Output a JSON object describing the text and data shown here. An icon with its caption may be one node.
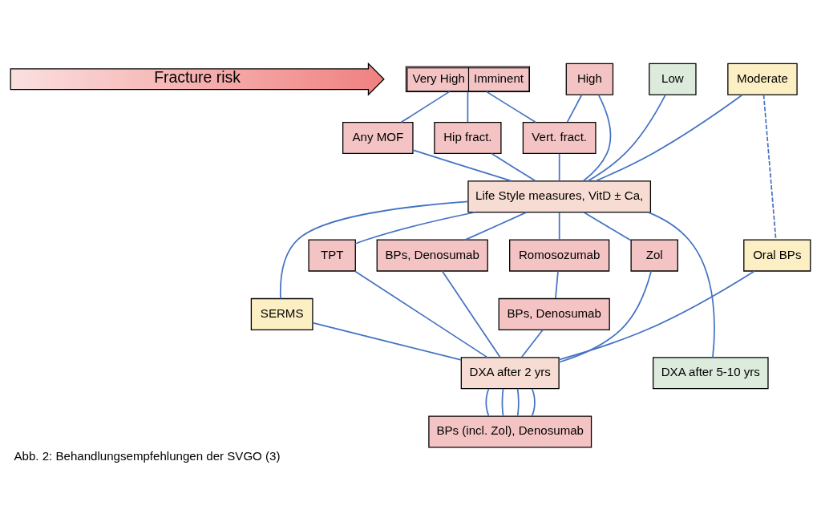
{
  "diagram": {
    "caption": "Abb. 2: Behandlungsempfehlungen der SVGO (3)",
    "nodes": [
      {
        "text": [
          "Fracture risk"
        ]
      },
      {
        "text": [
          "Low"
        ]
      },
      {
        "text": [
          "Moderate"
        ]
      },
      {
        "text": [
          "High"
        ]
      },
      {
        "text": [
          "Very High",
          "Imminent"
        ]
      },
      {
        "text": [
          "Vert. fract."
        ]
      },
      {
        "text": [
          "Hip fract."
        ]
      },
      {
        "text": [
          "Any MOF"
        ]
      },
      {
        "text": [
          "Life Style measures, VitD ± Ca,"
        ]
      },
      {
        "text": [
          "SERMS"
        ]
      },
      {
        "text": [
          "Oral BPs"
        ]
      },
      {
        "text": [
          "BPs, Denosumab"
        ]
      },
      {
        "text": [
          "TPT"
        ]
      },
      {
        "text": [
          "Zol"
        ]
      },
      {
        "text": [
          "Romosozumab"
        ]
      },
      {
        "text": [
          "BPs, Denosumab"
        ]
      },
      {
        "text": [
          "DXA after 5-10 yrs"
        ]
      },
      {
        "text": [
          "DXA after 2 yrs"
        ]
      },
      {
        "text": [
          "BPs (incl. Zol), Denosumab"
        ]
      }
    ],
    "edges": [
      {
        "from": 1,
        "to": 8,
        "arrow": "none"
      },
      {
        "from": 2,
        "to": 8,
        "arrow": "none"
      },
      {
        "from": 2,
        "to": 10,
        "arrow": "none",
        "style": "dashed"
      },
      {
        "from": 3,
        "to": 8,
        "arrow": "none"
      },
      {
        "from": 3,
        "to": 5,
        "arrow": "none"
      },
      {
        "from": 4,
        "to": 5,
        "arrow": "none"
      },
      {
        "from": 4,
        "to": 6,
        "arrow": "none"
      },
      {
        "from": 4,
        "to": 7,
        "arrow": "none"
      },
      {
        "from": 5,
        "to": 8,
        "arrow": "none"
      },
      {
        "from": 6,
        "to": 8,
        "arrow": "none"
      },
      {
        "from": 7,
        "to": 8,
        "arrow": "none"
      },
      {
        "from": 8,
        "to": 16,
        "arrow": "none"
      },
      {
        "from": 8,
        "to": 9,
        "arrow": "none"
      },
      {
        "from": 8,
        "to": 11,
        "arrow": "none"
      },
      {
        "from": 8,
        "to": 12,
        "arrow": "none"
      },
      {
        "from": 8,
        "to": 13,
        "arrow": "none"
      },
      {
        "from": 8,
        "to": 14,
        "arrow": "none"
      },
      {
        "from": 14,
        "to": 15,
        "arrow": "none"
      },
      {
        "from": 9,
        "to": 17,
        "arrow": "none"
      },
      {
        "from": 10,
        "to": 17,
        "arrow": "none"
      },
      {
        "from": 11,
        "to": 17,
        "arrow": "none"
      },
      {
        "from": 12,
        "to": 17,
        "arrow": "none"
      },
      {
        "from": 13,
        "to": 17,
        "arrow": "none"
      },
      {
        "from": 15,
        "to": 17,
        "arrow": "none"
      },
      {
        "from": 17,
        "to": 18,
        "arrow": "none"
      },
      {
        "from": 17,
        "to": 18,
        "arrow": "none"
      },
      {
        "from": 17,
        "to": 18,
        "arrow": "none"
      },
      {
        "from": 17,
        "to": 18,
        "arrow": "none"
      }
    ]
  }
}
